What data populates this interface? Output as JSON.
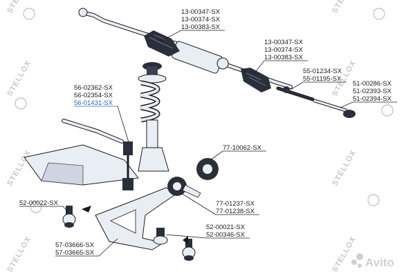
{
  "labels": {
    "rack_boot_top": [
      "13-00347-SX",
      "13-00374-SX",
      "13-00383-SX"
    ],
    "rack_boot_right": [
      "13-00347-SX",
      "13-00374-SX",
      "13-00383-SX"
    ],
    "inner_tie_rod": [
      "55-01234-SX",
      "55-01195-SX"
    ],
    "tie_rod_end": [
      "51-00286-SX",
      "51-02393-SX",
      "51-02394-SX"
    ],
    "stabilizer_link": [
      "56-02362-SX",
      "56-02354-SX",
      "56-01431-SX"
    ],
    "rear_bushing": [
      "77-10062-SX"
    ],
    "front_bushing": [
      "77-01237-SX",
      "77-01238-SX"
    ],
    "ball_joint_left": [
      "52-00022-SX"
    ],
    "ball_joint_right": [
      "52-00021-SX",
      "52-00346-SX"
    ],
    "control_arm": [
      "57-03666-SX",
      "57-03665-SX"
    ]
  },
  "watermark": "STELLOX",
  "marketplace_logo": "Avito",
  "colors": {
    "label": "#1a1a1a",
    "highlight": "#2b5fb8",
    "part_fill": "#e9edf4",
    "part_dark": "#2a2f3a",
    "watermark": "#c8c8c8"
  }
}
